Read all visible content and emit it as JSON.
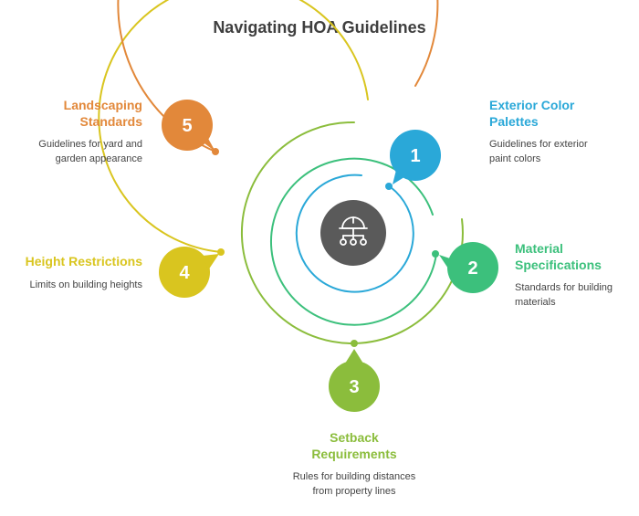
{
  "title": "Navigating HOA Guidelines",
  "colors": {
    "blue": "#2aa8d8",
    "green": "#3cc07c",
    "lime": "#8bbd3c",
    "yellow": "#d9c51f",
    "orange": "#e2883a",
    "center": "#5a5a5a",
    "title_text": "#3f3f3f"
  },
  "center_icon": "hierarchy-hardhat-icon",
  "items": [
    {
      "number": "1",
      "label": "Exterior Color Palettes",
      "label_lines": [
        "Exterior Color",
        "Palettes"
      ],
      "desc_lines": [
        "Guidelines for exterior",
        "paint colors"
      ]
    },
    {
      "number": "2",
      "label": "Material Specifications",
      "label_lines": [
        "Material",
        "Specifications"
      ],
      "desc_lines": [
        "Standards for building",
        "materials"
      ]
    },
    {
      "number": "3",
      "label": "Setback Requirements",
      "label_lines": [
        "Setback",
        "Requirements"
      ],
      "desc_lines": [
        "Rules for building distances",
        "from property lines"
      ]
    },
    {
      "number": "4",
      "label": "Height Restrictions",
      "label_lines": [
        "Height Restrictions"
      ],
      "desc_lines": [
        "Limits on building heights"
      ]
    },
    {
      "number": "5",
      "label": "Landscaping Standards",
      "label_lines": [
        "Landscaping",
        "Standards"
      ],
      "desc_lines": [
        "Guidelines for yard and",
        "garden appearance"
      ]
    }
  ]
}
